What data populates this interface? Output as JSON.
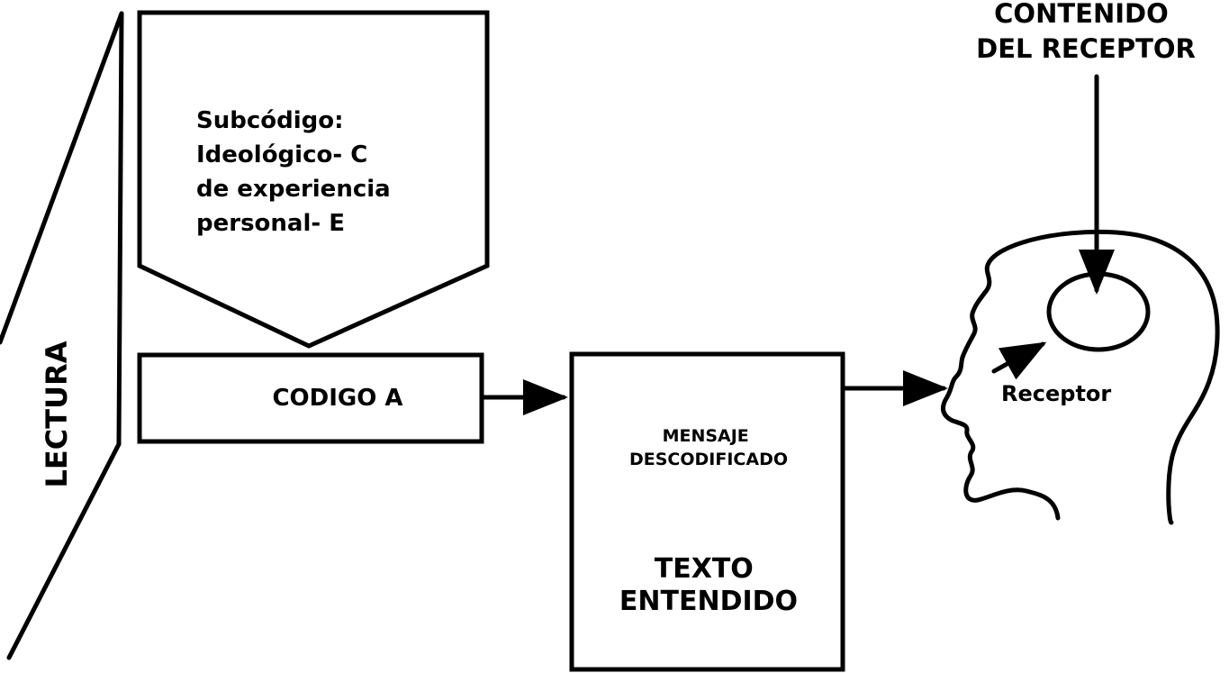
{
  "diagram": {
    "lectura_label": "LECTURA",
    "subcodigo_lines": [
      "Subcódigo:",
      "Ideológico- C",
      "de experiencia",
      "personal- E"
    ],
    "codigo_label": "CODIGO A",
    "mensaje_lines": [
      "MENSAJE",
      "DESCODIFICADO"
    ],
    "texto_lines": [
      "TEXTO",
      "ENTENDIDO"
    ],
    "contenido_lines": [
      "CONTENIDO",
      "DEL RECEPTOR"
    ],
    "receptor_label": "Receptor",
    "colors": {
      "stroke": "#000000",
      "background": "#ffffff"
    }
  }
}
